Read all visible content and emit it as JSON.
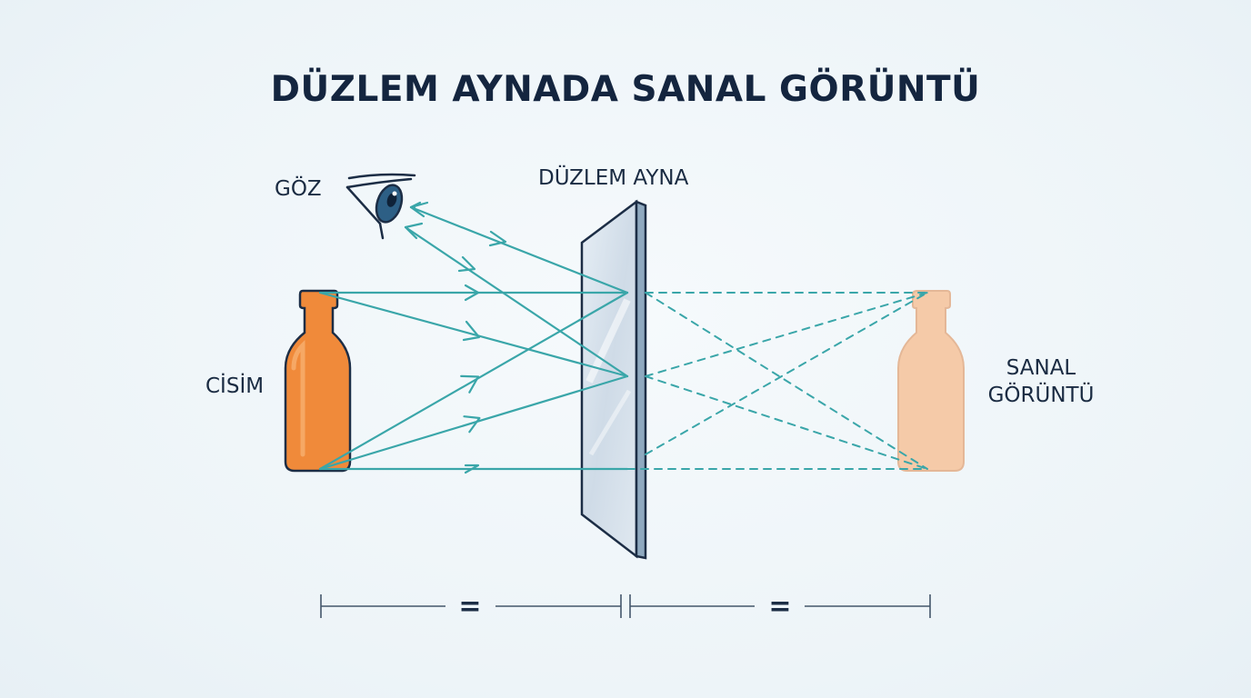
{
  "title": "DÜZLEM AYNADA SANAL GÖRÜNTÜ",
  "labels": {
    "eye": "GÖZ",
    "mirror": "DÜZLEM AYNA",
    "object": "CİSİM",
    "virtual_image_line1": "SANAL",
    "virtual_image_line2": "GÖRÜNTÜ"
  },
  "distance_marker": {
    "left_symbol": "=",
    "right_symbol": "="
  },
  "colors": {
    "title": "#14253f",
    "ray": "#3aa6a9",
    "object_bottle": "#f08a3a",
    "image_bottle": "#f6c39a",
    "mirror_face": "#d7e2ec",
    "mirror_edge": "#6f8ea8",
    "outline": "#1c2d45"
  }
}
